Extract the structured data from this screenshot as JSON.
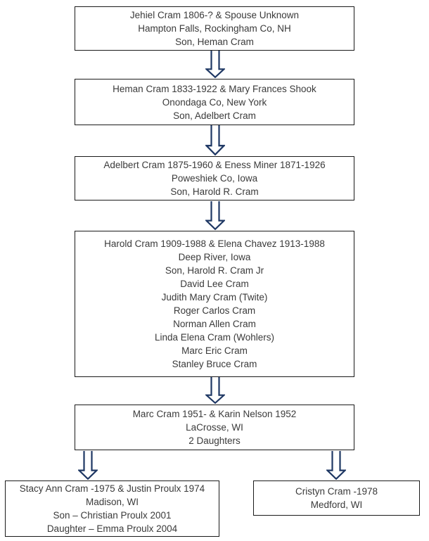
{
  "diagram": {
    "type": "family-tree-flowchart",
    "colors": {
      "background": "#ffffff",
      "box_border": "#1a1a1a",
      "text": "#3a3a3a",
      "arrow_outline": "#1f3864",
      "arrow_fill": "#ffffff"
    },
    "nodes": [
      {
        "id": "jehiel-cram",
        "lines": [
          "Jehiel Cram 1806-? & Spouse Unknown",
          "Hampton Falls, Rockingham Co, NH",
          "Son, Heman Cram"
        ]
      },
      {
        "id": "heman-cram",
        "lines": [
          "Heman Cram 1833-1922 & Mary Frances Shook",
          "Onondaga Co, New York",
          "Son, Adelbert Cram"
        ]
      },
      {
        "id": "adelbert-cram",
        "lines": [
          "Adelbert Cram 1875-1960 & Eness Miner 1871-1926",
          "Poweshiek Co, Iowa",
          "Son, Harold R. Cram"
        ]
      },
      {
        "id": "harold-cram",
        "lines": [
          "Harold Cram 1909-1988 & Elena Chavez 1913-1988",
          "Deep River, Iowa",
          "Son, Harold R. Cram Jr",
          "David Lee Cram",
          "Judith Mary Cram (Twite)",
          "Roger Carlos Cram",
          "Norman Allen Cram",
          "Linda Elena Cram (Wohlers)",
          "Marc Eric Cram",
          "Stanley Bruce Cram"
        ]
      },
      {
        "id": "marc-cram",
        "lines": [
          "Marc Cram 1951- & Karin Nelson 1952",
          "LaCrosse, WI",
          "2 Daughters"
        ]
      },
      {
        "id": "stacy-ann-cram",
        "lines": [
          "Stacy Ann Cram -1975 & Justin Proulx 1974",
          "Madison, WI",
          "Son – Christian Proulx 2001",
          "Daughter – Emma Proulx 2004"
        ]
      },
      {
        "id": "cristyn-cram",
        "lines": [
          "Cristyn Cram -1978",
          "Medford, WI"
        ]
      }
    ],
    "edges": [
      {
        "from": "jehiel-cram",
        "to": "heman-cram"
      },
      {
        "from": "heman-cram",
        "to": "adelbert-cram"
      },
      {
        "from": "adelbert-cram",
        "to": "harold-cram"
      },
      {
        "from": "harold-cram",
        "to": "marc-cram"
      },
      {
        "from": "marc-cram",
        "to": "stacy-ann-cram"
      },
      {
        "from": "marc-cram",
        "to": "cristyn-cram"
      }
    ]
  }
}
